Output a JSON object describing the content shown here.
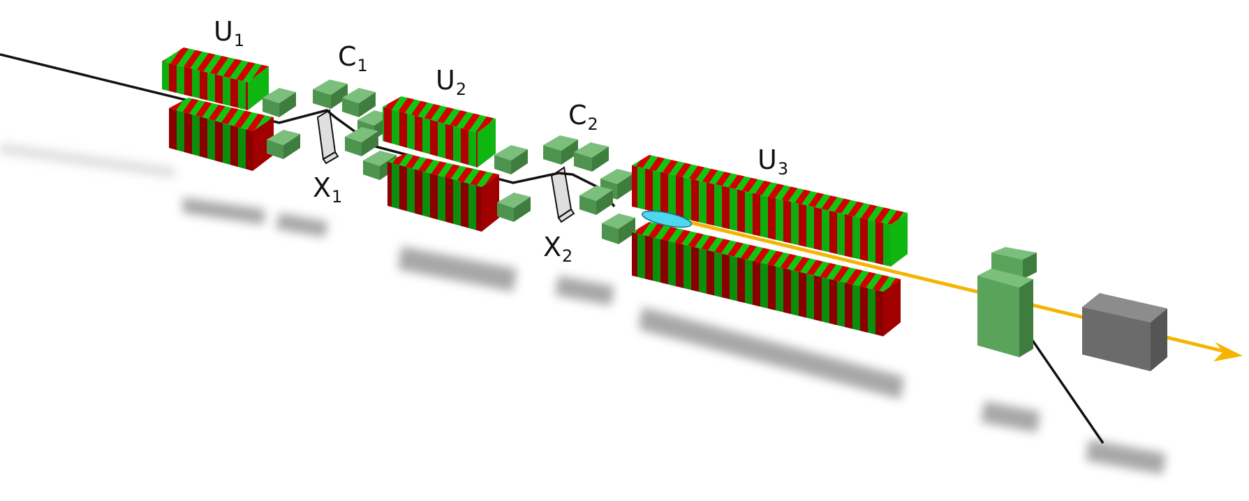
{
  "labels": {
    "u1": {
      "main": "U",
      "sub": "1"
    },
    "u2": {
      "main": "U",
      "sub": "2"
    },
    "u3": {
      "main": "U",
      "sub": "3"
    },
    "c1": {
      "main": "C",
      "sub": "1"
    },
    "c2": {
      "main": "C",
      "sub": "2"
    },
    "x1": {
      "main": "X",
      "sub": "1"
    },
    "x2": {
      "main": "X",
      "sub": "2"
    }
  },
  "colors": {
    "magnet_red": "#d40000",
    "magnet_green": "#11c611",
    "quad_green": "#5aa35a",
    "beam": "#111111",
    "xray_beam": "#f5b400",
    "bunch": "#4ed8f0",
    "detector_grey": "#6b6b6b",
    "shadow": "#8a8a8a"
  },
  "icons": [
    "electron-beam-line",
    "undulator-magnet",
    "quadrupole-magnet",
    "crystal-icon",
    "dipole-magnet",
    "beam-dump",
    "xray-arrow-icon"
  ]
}
